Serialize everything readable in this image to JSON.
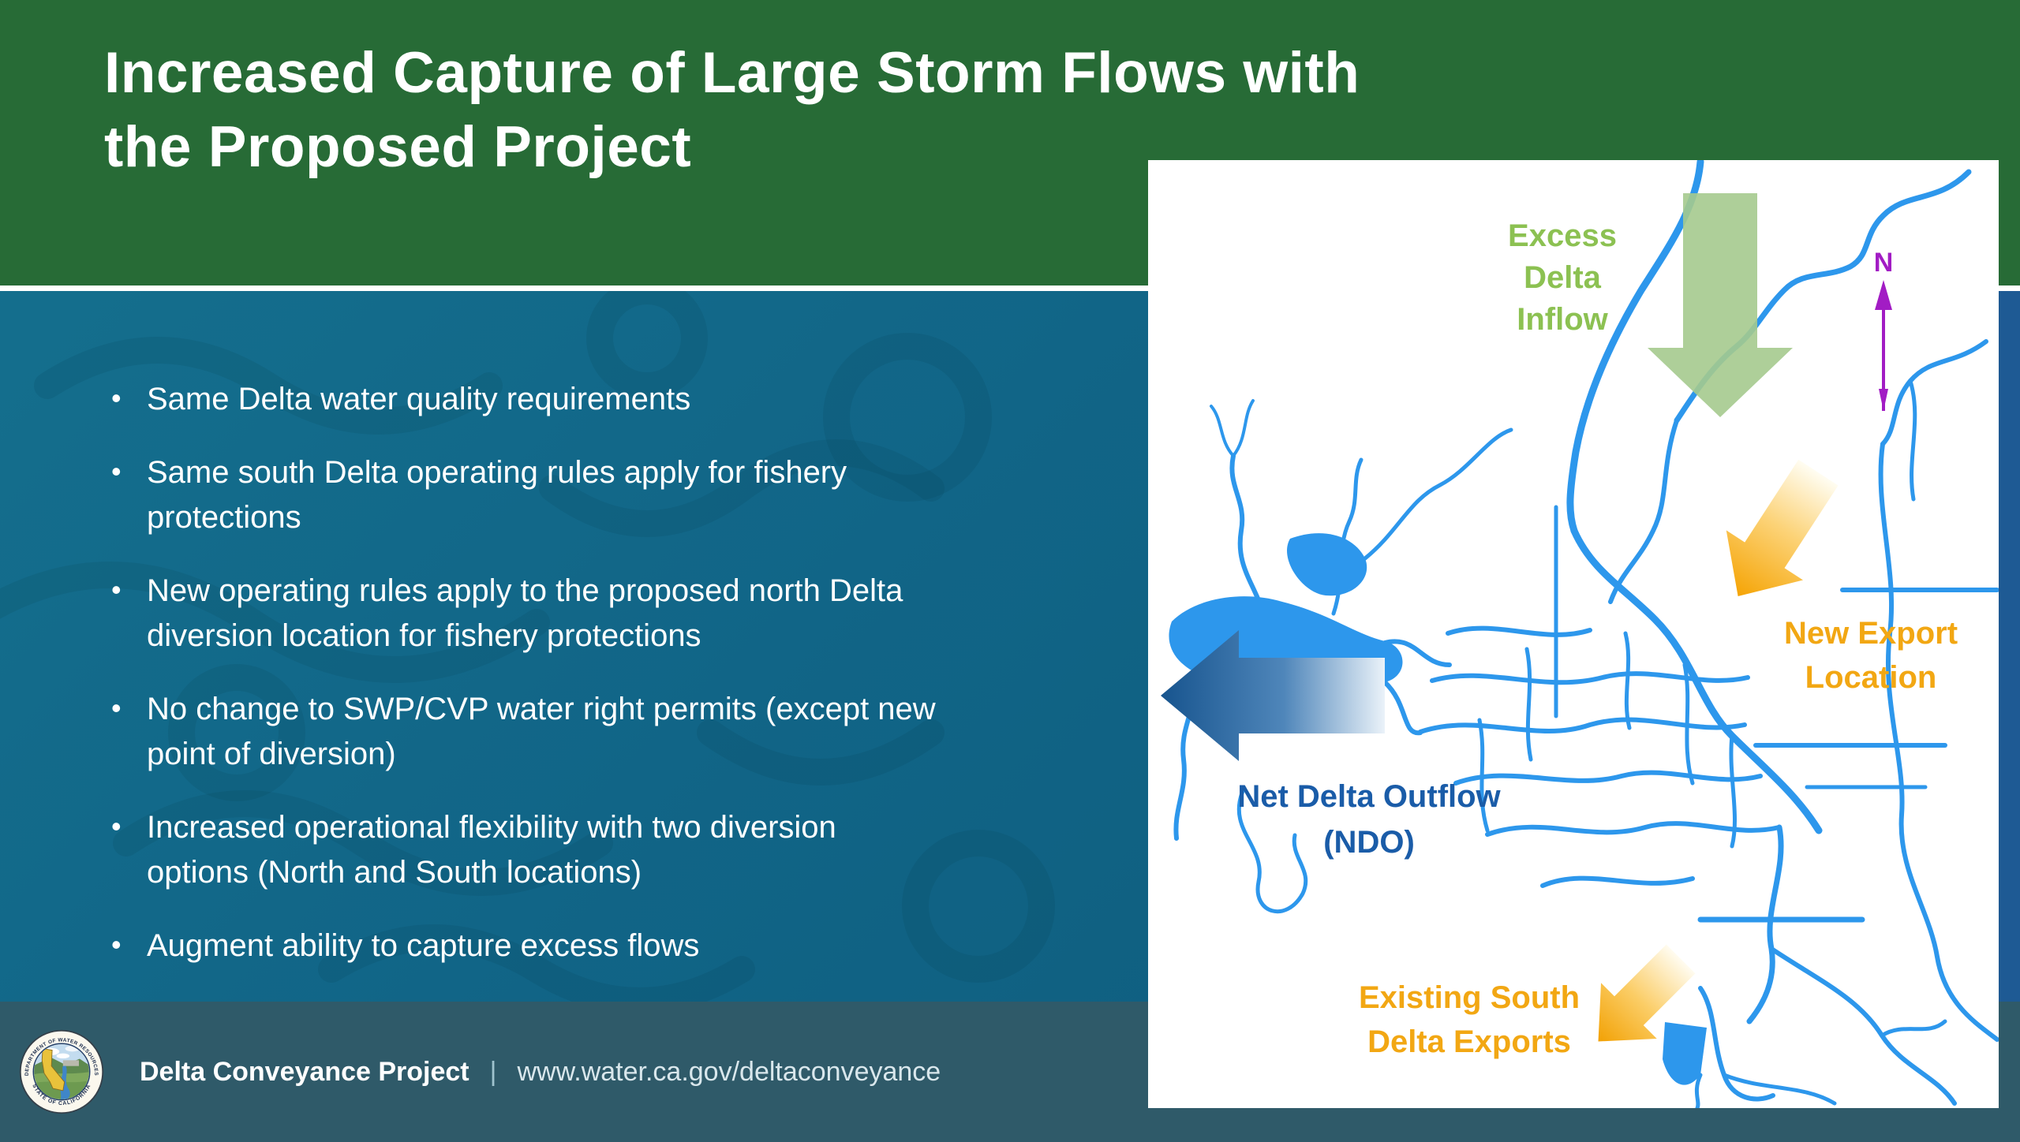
{
  "header": {
    "title_line1": "Increased Capture of Large Storm Flows with",
    "title_line2": "the Proposed Project"
  },
  "bullets": [
    "Same Delta water quality requirements",
    "Same south Delta operating rules apply for fishery protections",
    "New operating rules apply to the proposed north Delta diversion location for fishery protections",
    "No change to SWP/CVP water right permits (except new point of diversion)",
    "Increased operational flexibility with two diversion options (North and South locations)",
    "Augment ability to capture excess flows"
  ],
  "map": {
    "excess_inflow_lines": [
      "Excess",
      "Delta",
      "Inflow"
    ],
    "new_export_lines": [
      "New Export",
      "Location"
    ],
    "ndo_lines": [
      "Net Delta Outflow",
      "(NDO)"
    ],
    "south_exports_lines": [
      "Existing South",
      "Delta Exports"
    ],
    "compass_n": "N"
  },
  "footer": {
    "brand": "Delta Conveyance Project",
    "divider": "|",
    "url": "www.water.ca.gov/deltaconveyance"
  },
  "seal": {
    "arc_top": "DEPARTMENT OF WATER RESOURCES",
    "arc_bottom": "STATE OF CALIFORNIA"
  },
  "colors": {
    "header_green": "#276b36",
    "body_teal": "#116587",
    "footer_teal": "#2f5a69",
    "right_bar_blue": "#1e5a94",
    "river_blue": "#2d97ec",
    "label_green": "#8cc152",
    "label_amber": "#f2a713",
    "label_blue": "#1a5ca8",
    "compass_purple": "#a21cc4",
    "inflow_arrow_green": "#a5ca8e"
  }
}
